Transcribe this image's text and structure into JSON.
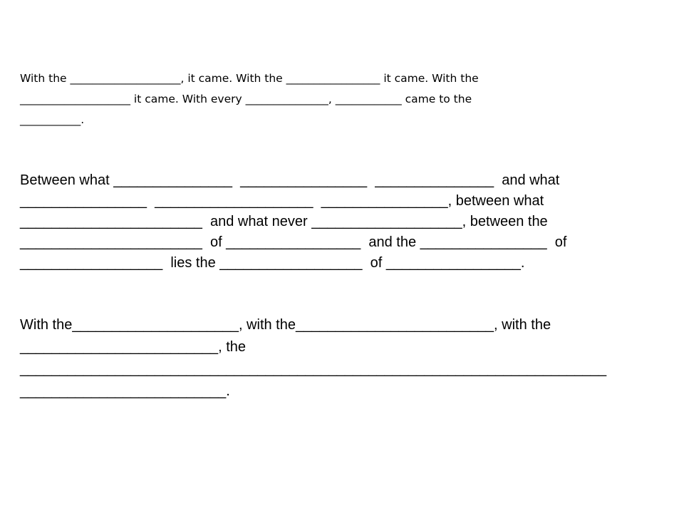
{
  "slide": {
    "paragraph_1": {
      "line_1": "With the ____________________, it came. With the _________________ it came. With the",
      "line_2": "____________________ it came. With every _______________, ____________ came to the",
      "line_3": "___________."
    },
    "paragraph_2": {
      "line_1": "Between what _______________  ________________  _______________  and what",
      "line_2": "________________  ____________________  ________________, between what",
      "line_3": "_______________________  and what never ___________________, between the",
      "line_4": "_______________________  of _________________  and the ________________  of",
      "line_5": "__________________  lies the __________________  of _________________."
    },
    "paragraph_3": {
      "line_1": "With the_____________________, with the_________________________, with the",
      "line_2": "_________________________, the",
      "line_3": "__________________________________________________________________________",
      "line_4": "__________________________."
    }
  }
}
